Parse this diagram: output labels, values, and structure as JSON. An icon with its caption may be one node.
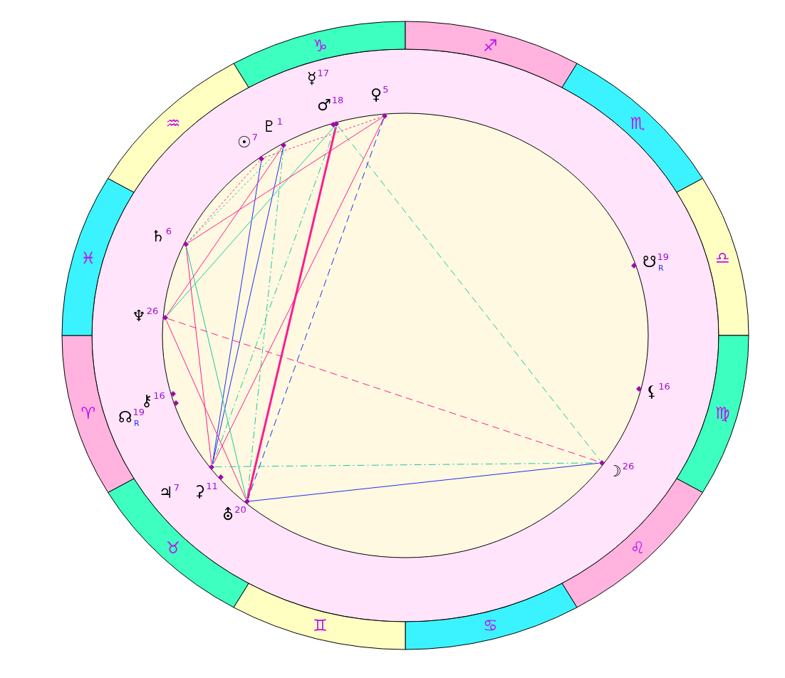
{
  "diagram": {
    "nodes": [
      {
        "text": [
          "♑"
        ]
      },
      {
        "text": [
          "♐"
        ]
      },
      {
        "text": [
          "♏"
        ]
      },
      {
        "text": [
          "♎"
        ]
      },
      {
        "text": [
          "♍"
        ]
      },
      {
        "text": [
          "♌"
        ]
      },
      {
        "text": [
          "♋"
        ]
      },
      {
        "text": [
          "♊"
        ]
      },
      {
        "text": [
          "♉"
        ]
      },
      {
        "text": [
          "♈"
        ]
      },
      {
        "text": [
          "♓"
        ]
      },
      {
        "text": [
          "♒"
        ]
      },
      {
        "text": [],
        "shape": "diamond"
      },
      {
        "text": [],
        "shape": "diamond"
      },
      {
        "text": [],
        "shape": "diamond",
        "beside": [
          "♂$^{18}$"
        ]
      },
      {
        "text": [],
        "shape": "diamond",
        "beside": [
          "♇$^{1}$"
        ]
      },
      {
        "text": [],
        "shape": "diamond",
        "beside": [
          "☉$^{7}$"
        ]
      },
      {
        "text": [],
        "shape": "diamond",
        "beside": [
          "♄$^{6}$"
        ]
      },
      {
        "text": [],
        "shape": "diamond",
        "beside": [
          "☋$^{19}$$_{R}$"
        ]
      },
      {
        "text": [],
        "shape": "diamond",
        "beside": [
          "♆$^{26}$"
        ]
      },
      {
        "text": [],
        "shape": "diamond",
        "beside": [
          "⚸$^{16}$"
        ]
      },
      {
        "text": [],
        "shape": "diamond",
        "beside": [
          "⚷$^{16}$"
        ]
      },
      {
        "text": [],
        "shape": "diamond"
      },
      {
        "text": [],
        "shape": "diamond",
        "beside": [
          "☽$^{26}$"
        ]
      },
      {
        "text": [],
        "shape": "diamond",
        "beside": [
          "⚳$^{11}$"
        ]
      },
      {
        "text": [],
        "shape": "diamond"
      },
      {
        "text": [],
        "shape": "diamond",
        "beside": [
          "⛢$^{20}$"
        ]
      }
    ],
    "edges": [
      {
        "from": 16,
        "to": 13,
        "arrow": "none",
        "style": "dashed"
      },
      {
        "from": 16,
        "to": 17,
        "arrow": "none",
        "style": "dashed"
      },
      {
        "from": 15,
        "to": 17,
        "arrow": "none",
        "style": "dashed",
        "color": "#1ec8a0"
      },
      {
        "from": 16,
        "to": 25,
        "arrow": "none",
        "color": "#1f2ff0"
      },
      {
        "from": 15,
        "to": 25,
        "arrow": "none",
        "color": "#1f2ff0"
      },
      {
        "from": 15,
        "to": 26,
        "arrow": "none",
        "style": "dashed",
        "color": "#1ec8a0"
      },
      {
        "from": 14,
        "to": 26,
        "arrow": "none",
        "style": "thick"
      },
      {
        "from": 14,
        "to": 25,
        "arrow": "none",
        "style": "dashed",
        "color": "#1ec8a0"
      },
      {
        "from": 14,
        "to": 23,
        "arrow": "none",
        "style": "dashed",
        "color": "#1ec8a0"
      },
      {
        "from": 14,
        "to": 19,
        "arrow": "none",
        "color": "#1ec8a0"
      },
      {
        "from": 13,
        "to": 17,
        "arrow": "none"
      },
      {
        "from": 13,
        "to": 25,
        "arrow": "none"
      },
      {
        "from": 13,
        "to": 26,
        "arrow": "none",
        "style": "dashed",
        "color": "#1f2ff0"
      },
      {
        "from": 17,
        "to": 25,
        "arrow": "none"
      },
      {
        "from": 17,
        "to": 26,
        "arrow": "none",
        "color": "#1ec8a0"
      },
      {
        "from": 19,
        "to": 15,
        "arrow": "none"
      },
      {
        "from": 19,
        "to": 26,
        "arrow": "none"
      },
      {
        "from": 19,
        "to": 23,
        "arrow": "none",
        "style": "dashed"
      },
      {
        "from": 25,
        "to": 23,
        "arrow": "none",
        "style": "dashed",
        "color": "#1ec8a0"
      },
      {
        "from": 26,
        "to": 23,
        "arrow": "none",
        "color": "#1f2ff0"
      }
    ],
    "labels": [
      "☿$^{17}$",
      "♀$^{5}$",
      "☊$^{19}$$_{R}$",
      "♃$^{7}$"
    ]
  }
}
